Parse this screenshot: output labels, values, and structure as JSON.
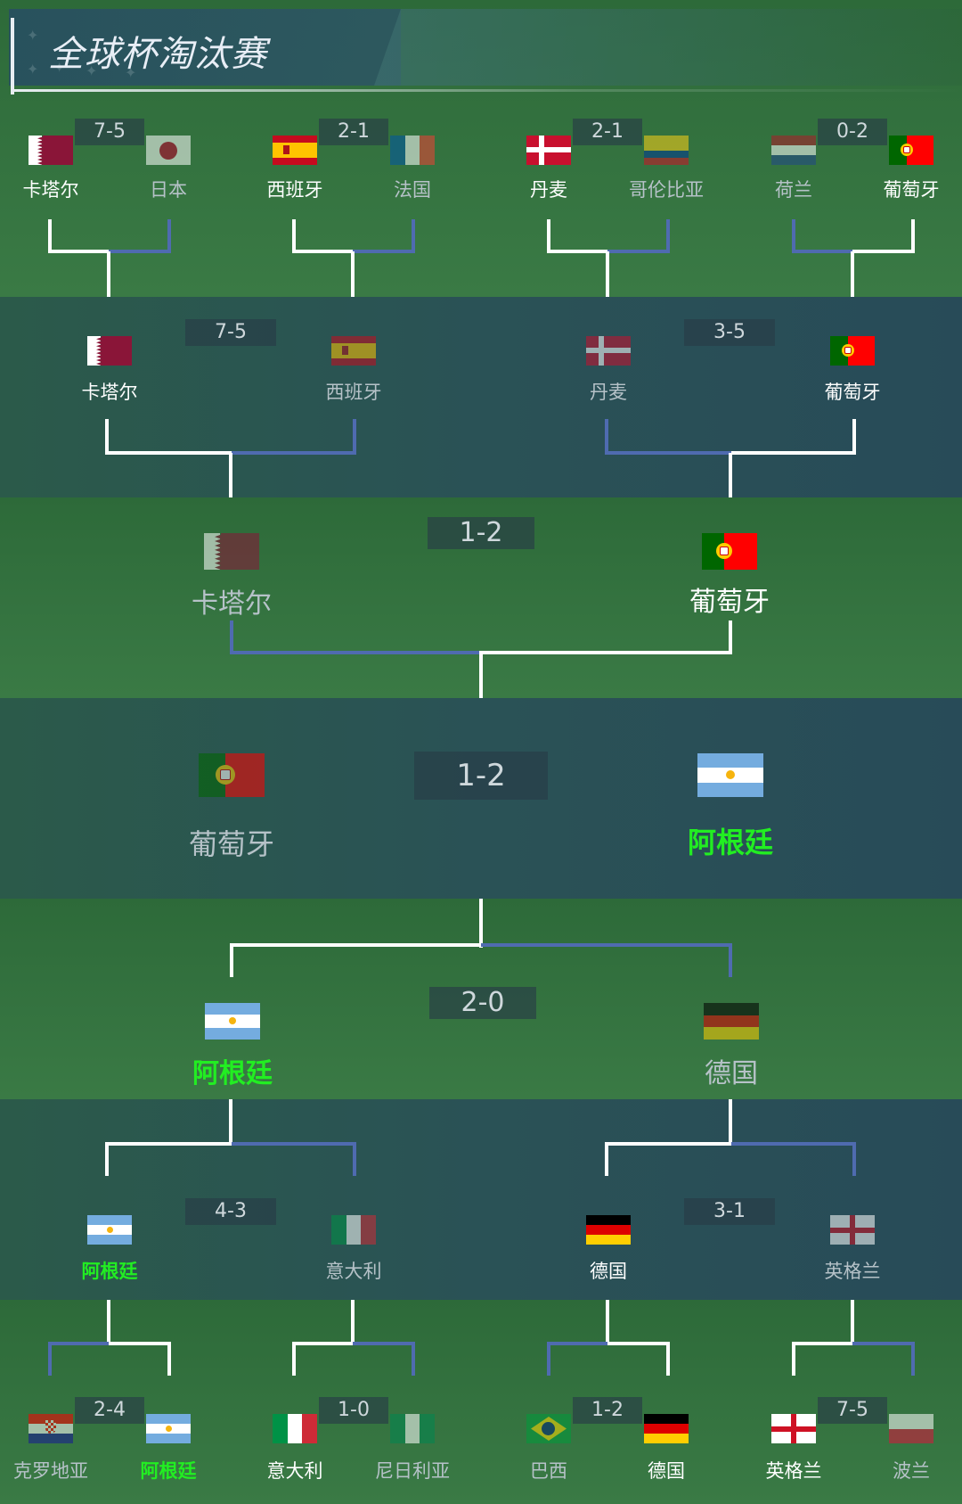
{
  "title": "全球杯淘汰赛",
  "colors": {
    "winner_text": "#ffffff",
    "loser_text": "#b6c2c8",
    "highlight_green": "#22ee22",
    "winner_line": "#ffffff",
    "loser_line": "#4f6bb0"
  },
  "round_of_16_top": [
    {
      "score": "7-5",
      "home": "卡塔尔",
      "away": "日本",
      "home_flag": "qatar",
      "away_flag": "japan"
    },
    {
      "score": "2-1",
      "home": "西班牙",
      "away": "法国",
      "home_flag": "spain",
      "away_flag": "france"
    },
    {
      "score": "2-1",
      "home": "丹麦",
      "away": "哥伦比亚",
      "home_flag": "denmark",
      "away_flag": "colombia"
    },
    {
      "score": "0-2",
      "home": "荷兰",
      "away": "葡萄牙",
      "home_flag": "netherlands",
      "away_flag": "portugal"
    }
  ],
  "quarterfinal_top": [
    {
      "score": "7-5",
      "home": "卡塔尔",
      "away": "西班牙",
      "home_flag": "qatar",
      "away_flag": "spain"
    },
    {
      "score": "3-5",
      "home": "丹麦",
      "away": "葡萄牙",
      "home_flag": "denmark",
      "away_flag": "portugal"
    }
  ],
  "semifinal_top": {
    "score": "1-2",
    "home": "卡塔尔",
    "away": "葡萄牙",
    "home_flag": "qatar",
    "away_flag": "portugal"
  },
  "final": {
    "score": "1-2",
    "home": "葡萄牙",
    "away": "阿根廷",
    "home_flag": "portugal",
    "away_flag": "argentina"
  },
  "semifinal_bottom": {
    "score": "2-0",
    "home": "阿根廷",
    "away": "德国",
    "home_flag": "argentina",
    "away_flag": "germany"
  },
  "quarterfinal_bottom": [
    {
      "score": "4-3",
      "home": "阿根廷",
      "away": "意大利",
      "home_flag": "argentina",
      "away_flag": "italy"
    },
    {
      "score": "3-1",
      "home": "德国",
      "away": "英格兰",
      "home_flag": "germany",
      "away_flag": "england"
    }
  ],
  "round_of_16_bottom": [
    {
      "score": "2-4",
      "home": "克罗地亚",
      "away": "阿根廷",
      "home_flag": "croatia",
      "away_flag": "argentina"
    },
    {
      "score": "1-0",
      "home": "意大利",
      "away": "尼日利亚",
      "home_flag": "italy",
      "away_flag": "nigeria"
    },
    {
      "score": "1-2",
      "home": "巴西",
      "away": "德国",
      "home_flag": "brazil",
      "away_flag": "germany"
    },
    {
      "score": "7-5",
      "home": "英格兰",
      "away": "波兰",
      "home_flag": "england",
      "away_flag": "poland"
    }
  ]
}
